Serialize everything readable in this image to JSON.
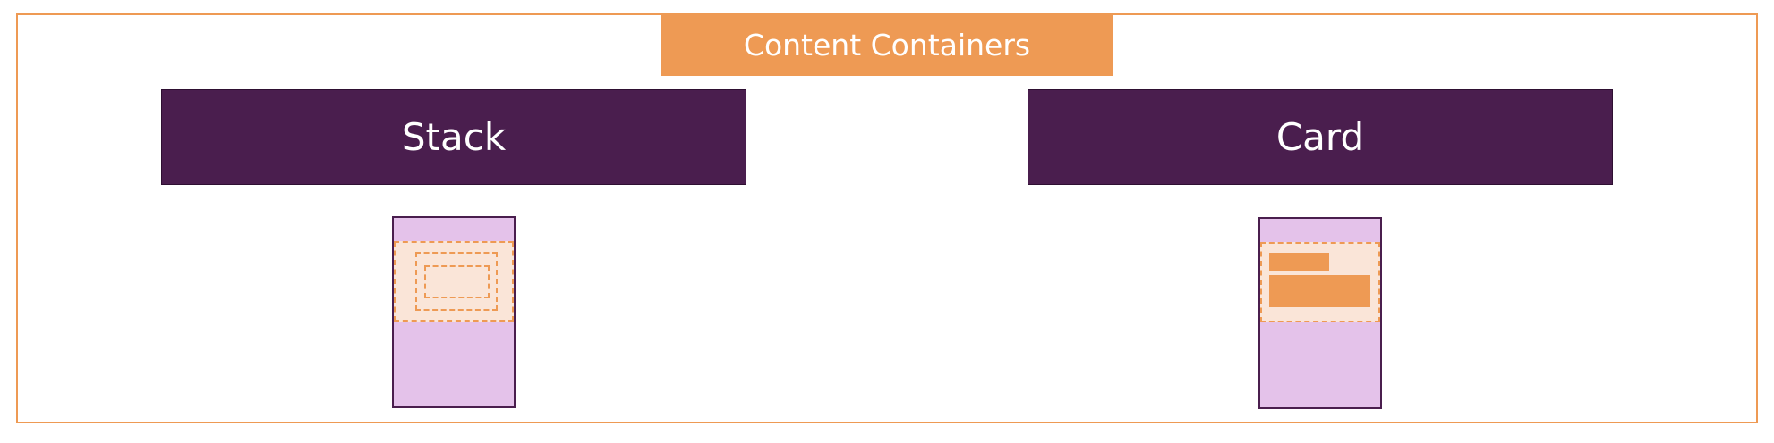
{
  "title": "Content Containers",
  "sections": [
    {
      "id": "stack",
      "label": "Stack",
      "illustration": "stack-icon"
    },
    {
      "id": "card",
      "label": "Card",
      "illustration": "card-icon"
    }
  ],
  "colors": {
    "accent_orange": "#EE9A54",
    "header_purple": "#4A1E4E",
    "phone_fill": "#E4C2EA",
    "content_band_fill": "#FAE5D8",
    "background": "#FFFFFF"
  }
}
